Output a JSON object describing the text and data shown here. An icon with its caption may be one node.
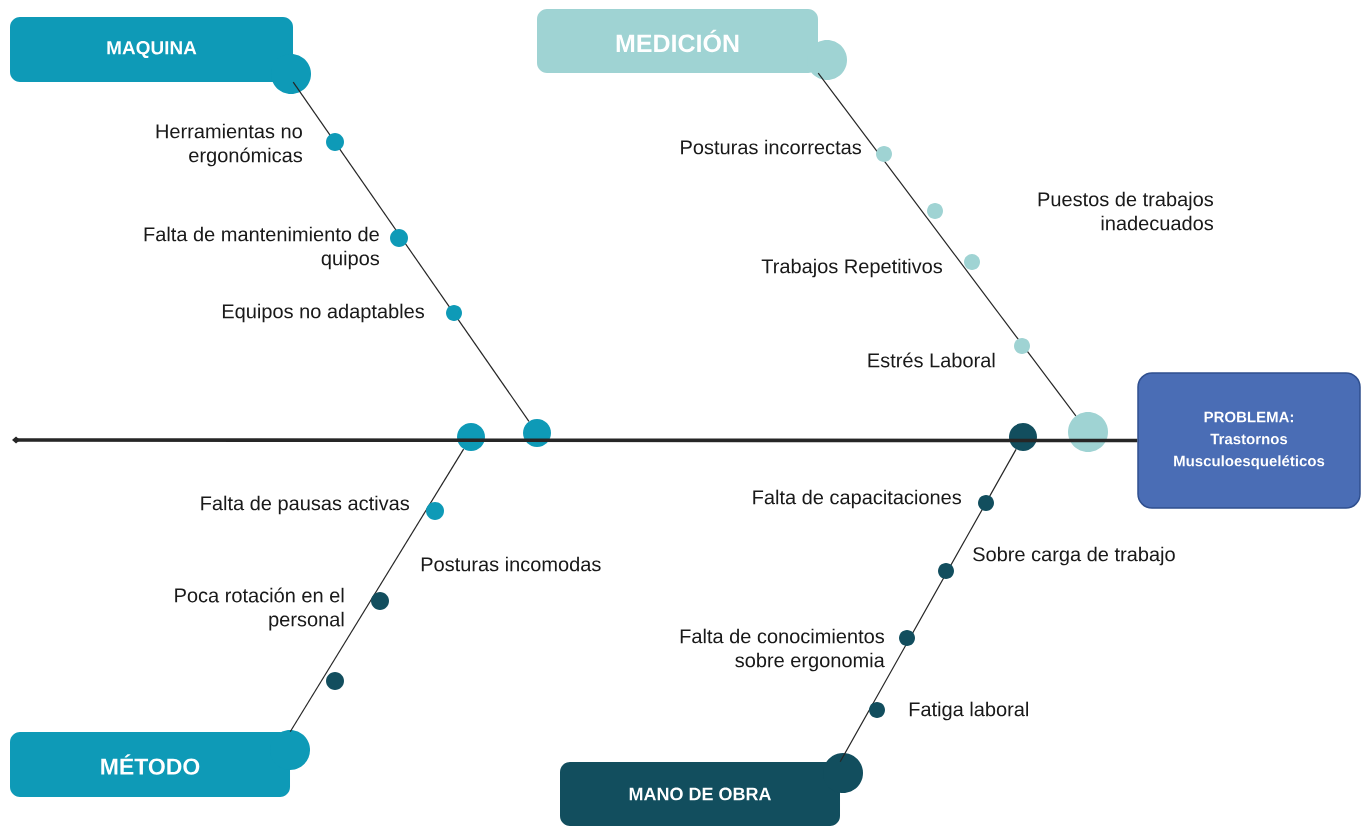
{
  "diagram": {
    "nodes": [
      {
        "text": [
          "MAQUINA"
        ]
      },
      {
        "text": [
          "MEDICIÓN"
        ]
      },
      {
        "text": [
          "MÉTODO"
        ]
      },
      {
        "text": [
          "MANO DE OBRA"
        ]
      },
      {
        "text": [
          "PROBLEMA:",
          "Trastornos Musculoesqueléticos"
        ]
      },
      {
        "text": [],
        "shape": "circle"
      },
      {
        "text": [],
        "shape": "circle"
      },
      {
        "text": [],
        "shape": "circle"
      },
      {
        "text": [],
        "shape": "circle"
      }
    ],
    "edges": [
      {
        "from": 0,
        "to": 6,
        "arrow": "none"
      },
      {
        "from": 1,
        "to": 8,
        "arrow": "none"
      },
      {
        "from": 2,
        "to": 5,
        "arrow": "none"
      },
      {
        "from": 3,
        "to": 7,
        "arrow": "none"
      },
      {
        "from": null,
        "to": 4,
        "arrow": "other",
        "style": "thick"
      }
    ],
    "labels": [
      "Herramientas no ergonómicas",
      "Posturas incorrectas",
      "Puestos de trabajos inadecuados",
      "Falta de mantenimiento de quipos",
      "Trabajos Repetitivos",
      "Equipos  no adaptables",
      "Estrés Laboral",
      "Falta de  pausas activas",
      "Falta de capacitaciones",
      "Sobre carga de trabajo",
      "Posturas incomodas",
      "Poca rotación en el personal",
      "Falta de conocimientos sobre ergonomia",
      "Fatiga laboral"
    ]
  }
}
